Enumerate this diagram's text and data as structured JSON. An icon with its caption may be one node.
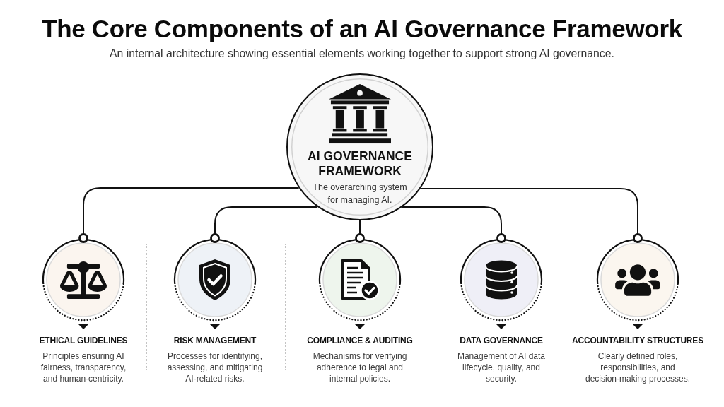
{
  "diagram": {
    "title": "The Core Components of an AI Governance Framework",
    "nodes": [
      {
        "text": [
          "AI GOVERNANCE FRAMEWORK",
          "The overarching system for managing AI."
        ]
      },
      {
        "text": [
          "ETHICAL GUIDELINES",
          "Principles ensuring AI fairness, transparency, and human-centricity."
        ]
      },
      {
        "text": [
          "RISK MANAGEMENT",
          "Processes for identifying, assessing, and mitigating AI-related risks."
        ]
      },
      {
        "text": [
          "COMPLIANCE & AUDITING",
          "Mechanisms for verifying adherence to legal and internal policies."
        ]
      },
      {
        "text": [
          "DATA GOVERNANCE",
          "Management of AI data lifecycle, quality, and security."
        ]
      },
      {
        "text": [
          "ACCOUNTABILITY STRUCTURES",
          "Clearly defined roles, responsibilities, and decision-making processes."
        ]
      }
    ],
    "edges": [
      {
        "from": 0,
        "to": 1,
        "arrow": "other"
      },
      {
        "from": 0,
        "to": 2,
        "arrow": "other"
      },
      {
        "from": 0,
        "to": 3,
        "arrow": "other"
      },
      {
        "from": 0,
        "to": 4,
        "arrow": "other"
      },
      {
        "from": 0,
        "to": 5,
        "arrow": "other"
      }
    ],
    "labels": [
      "An internal architecture showing essential elements working together to support strong AI governance."
    ]
  }
}
